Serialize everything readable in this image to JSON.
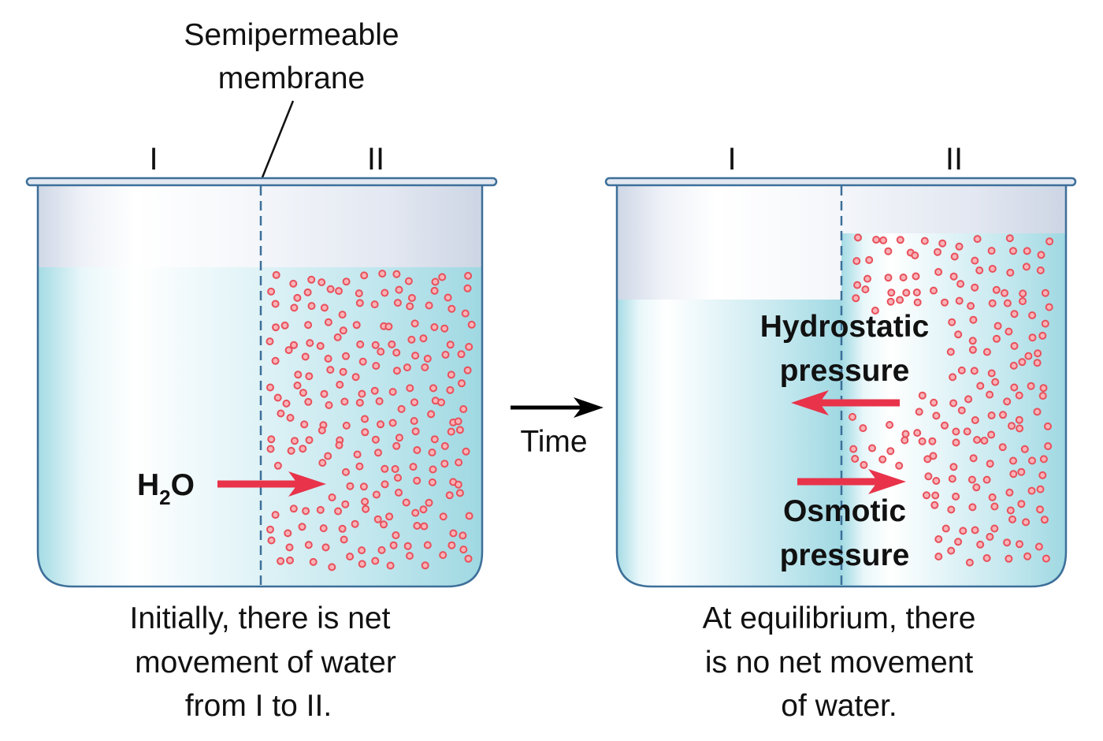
{
  "membrane_label": {
    "line1": "Semipermeable",
    "line2": "membrane"
  },
  "left_beaker": {
    "compartment_1": "I",
    "compartment_2": "II",
    "flow_label_main": "H",
    "flow_label_sub": "2",
    "flow_label_end": "O",
    "caption": [
      "Initially, there is net",
      "movement of water",
      "from I to II."
    ]
  },
  "time_label": "Time",
  "right_beaker": {
    "compartment_1": "I",
    "compartment_2": "II",
    "hydrostatic": [
      "Hydrostatic",
      "pressure"
    ],
    "osmotic": [
      "Osmotic",
      "pressure"
    ],
    "caption": [
      "At equilibrium, there",
      "is no net movement",
      "of water."
    ]
  },
  "colors": {
    "water": "#a9dde6",
    "water_light": "#eef9fb",
    "glass_top": "#d5dcea",
    "outline": "#3d6f99",
    "particle": "#e8505b",
    "arrow_red": "#e8334a",
    "arrow_black": "#000000"
  },
  "icons": [
    "solute-particle-icon",
    "right-arrow-icon",
    "left-arrow-icon"
  ]
}
